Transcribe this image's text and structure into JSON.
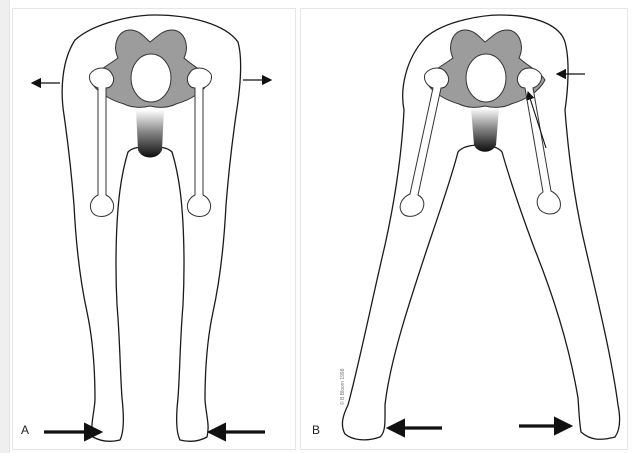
{
  "panels": [
    {
      "letter": "A"
    },
    {
      "letter": "B"
    }
  ],
  "copyright": "© B Bloom 1998",
  "colors": {
    "outline": "#1a1a1a",
    "pelvis_fill": "#9c9c9c",
    "bone_fill": "#ffffff",
    "groin_dark": "#111111",
    "arrow": "#111111"
  },
  "icons": [
    "arrow-left-icon",
    "arrow-right-icon",
    "arrow-up-icon"
  ]
}
